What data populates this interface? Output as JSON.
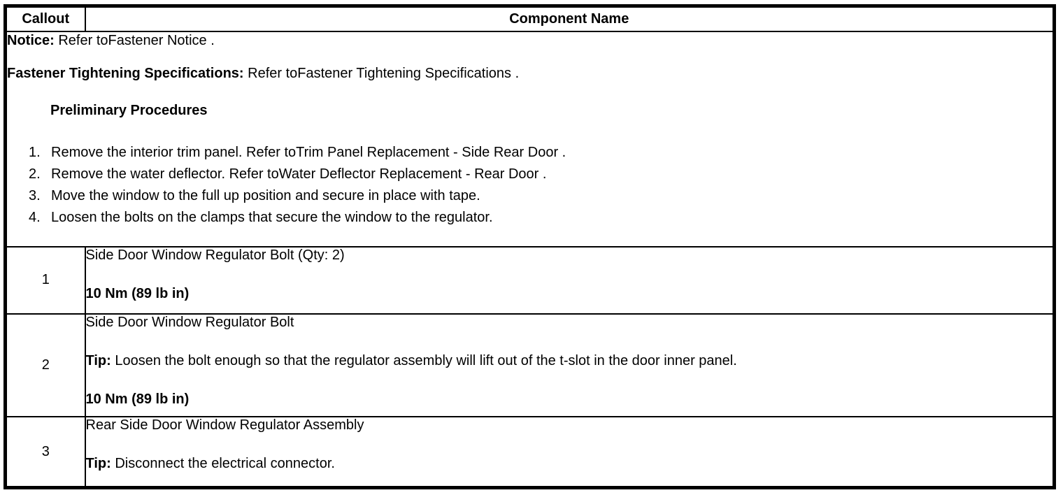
{
  "table": {
    "header": {
      "callout": "Callout",
      "component_name": "Component Name"
    },
    "notice": {
      "notice_label": "Notice:",
      "notice_text": " Refer toFastener Notice .",
      "fastener_label": "Fastener Tightening Specifications:",
      "fastener_text": " Refer toFastener Tightening Specifications .",
      "preliminary_heading": "Preliminary Procedures",
      "steps": [
        {
          "num": "1.",
          "text": "Remove the interior trim panel. Refer toTrim Panel Replacement - Side Rear Door ."
        },
        {
          "num": "2.",
          "text": "Remove the water deflector. Refer toWater Deflector Replacement - Rear Door ."
        },
        {
          "num": "3.",
          "text": "Move the window to the full up position and secure in place with tape."
        },
        {
          "num": "4.",
          "text": "Loosen the bolts on the clamps that secure the window to the regulator."
        }
      ]
    },
    "rows": [
      {
        "callout": "1",
        "name": "Side Door Window Regulator Bolt (Qty: 2)",
        "torque": "10 Nm (89 lb in)"
      },
      {
        "callout": "2",
        "name": "Side Door Window Regulator Bolt",
        "tip_label": "Tip:",
        "tip_text": " Loosen the bolt enough so that the regulator assembly will lift out of the t-slot in the door inner panel.",
        "torque": "10 Nm (89 lb in)"
      },
      {
        "callout": "3",
        "name": "Rear Side Door Window Regulator Assembly",
        "tip_label": "Tip:",
        "tip_text": " Disconnect the electrical connector."
      }
    ]
  }
}
